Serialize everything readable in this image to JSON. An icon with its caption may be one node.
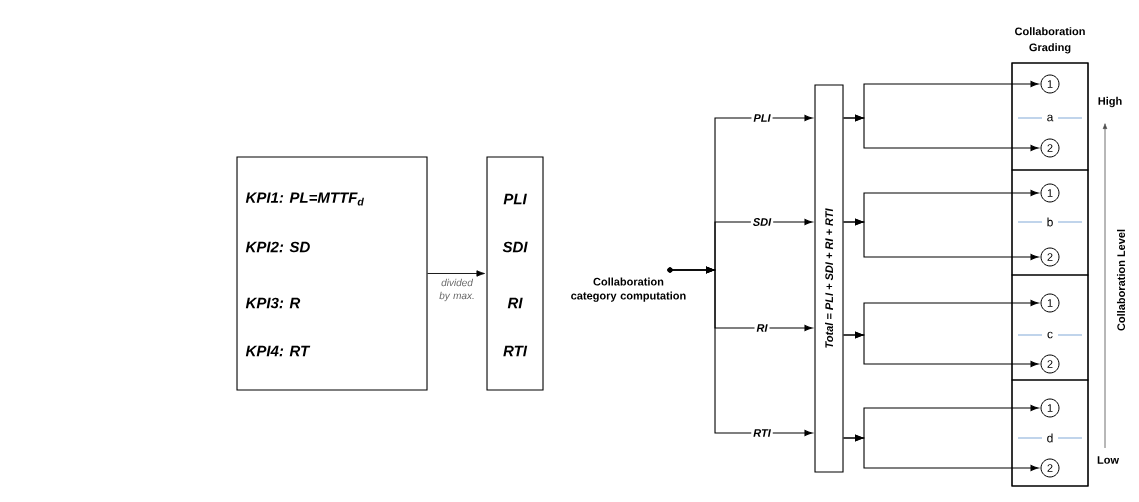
{
  "diagram": {
    "nodes": [
      {
        "text": [
          "KPI1: PL=MTTF$_{d}$",
          "KPI2: SD",
          "KPI3:  R",
          "KPI4: RT"
        ]
      },
      {
        "text": [
          "PLI",
          "SDI",
          "RI",
          "RTI"
        ]
      },
      {
        "text": [
          "Collaboration category computation"
        ]
      },
      {
        "text": [
          "Total = PLI + SDI + RI + RTI"
        ]
      },
      {
        "text": [
          "Collaboration Grading"
        ]
      },
      {
        "text": [
          "a"
        ],
        "in": 4
      },
      {
        "text": [
          "1"
        ],
        "in": 5
      },
      {
        "text": [
          "2"
        ],
        "in": 5
      },
      {
        "text": [
          "b"
        ],
        "in": 4
      },
      {
        "text": [
          "1"
        ],
        "in": 8
      },
      {
        "text": [
          "2"
        ],
        "in": 8
      },
      {
        "text": [
          "c"
        ],
        "in": 4
      },
      {
        "text": [
          "1"
        ],
        "in": 11
      },
      {
        "text": [
          "2"
        ],
        "in": 11
      },
      {
        "text": [
          "d"
        ],
        "in": 4
      },
      {
        "text": [
          "1"
        ],
        "in": 14
      },
      {
        "text": [
          "2"
        ],
        "in": 14
      }
    ],
    "edges": [
      {
        "from": 0,
        "to": 1,
        "arrow": "to",
        "label": "divided by max."
      },
      {
        "from": 2,
        "to": 3,
        "arrow": "to",
        "label": "PLI"
      },
      {
        "from": 2,
        "to": 3,
        "arrow": "to",
        "label": "SDI"
      },
      {
        "from": 2,
        "to": 3,
        "arrow": "to",
        "label": "RI"
      },
      {
        "from": 2,
        "to": 3,
        "arrow": "to",
        "label": "RTI"
      },
      {
        "from": 3,
        "to": 6,
        "arrow": "to"
      },
      {
        "from": 3,
        "to": 7,
        "arrow": "to"
      },
      {
        "from": 3,
        "to": 9,
        "arrow": "to"
      },
      {
        "from": 3,
        "to": 10,
        "arrow": "to"
      },
      {
        "from": 3,
        "to": 12,
        "arrow": "to"
      },
      {
        "from": 3,
        "to": 13,
        "arrow": "to"
      },
      {
        "from": 3,
        "to": 15,
        "arrow": "to"
      },
      {
        "from": 3,
        "to": 16,
        "arrow": "to"
      }
    ],
    "labels": [
      "High",
      "Collaboration Level",
      "Low"
    ]
  }
}
